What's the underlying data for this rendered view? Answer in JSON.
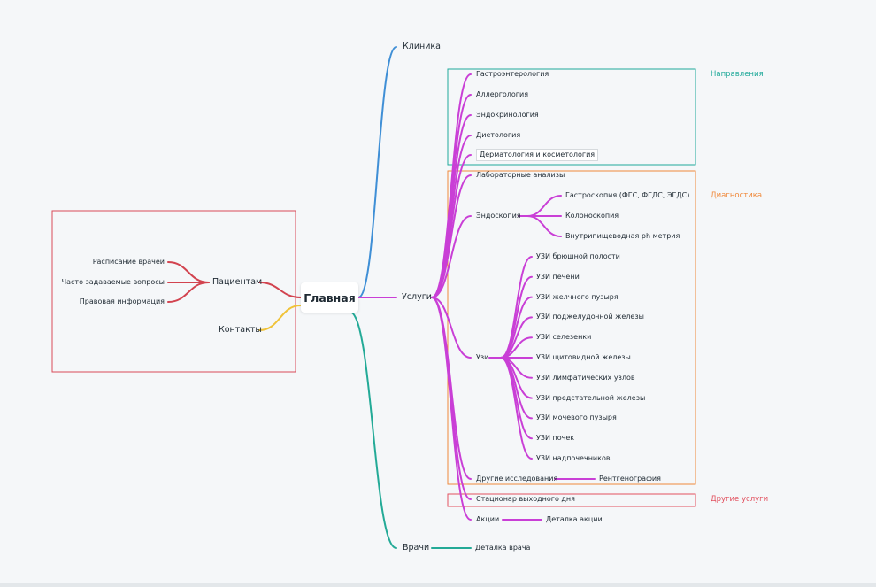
{
  "root": "Главная",
  "left": {
    "patients": "Пациентам",
    "patients_children": [
      "Расписание врачей",
      "Часто задаваемые вопросы",
      "Правовая информация"
    ],
    "contacts": "Контакты"
  },
  "right": {
    "clinic": "Клиника",
    "services": "Услуги",
    "doctors": "Врачи",
    "doctor_detail": "Деталка врача",
    "directions": [
      "Гастроэнтерология",
      "Аллергология",
      "Эндокринология",
      "Диетология",
      "Дерматология и косметология"
    ],
    "lab": "Лабораторные анализы",
    "endoscopy": "Эндоскопия",
    "endoscopy_children": [
      "Гастроскопия (ФГС, ФГДС, ЭГДС)",
      "Колоноскопия",
      "Внутрипищеводная ph метрия"
    ],
    "uzi": "Узи",
    "uzi_children": [
      "УЗИ брюшной полости",
      "УЗИ печени",
      "УЗИ желчного пузыря",
      "УЗИ поджелудочной железы",
      "УЗИ селезенки",
      "УЗИ щитовидной железы",
      "УЗИ лимфатических узлов",
      "УЗИ предстательной железы",
      "УЗИ мочевого пузыря",
      "УЗИ почек",
      "УЗИ надпочечников"
    ],
    "other_research": "Другие исследования",
    "xray": "Рентгенография",
    "day_hospital": "Стационар выходного дня",
    "promo": "Акции",
    "promo_detail": "Деталка акции"
  },
  "groups": {
    "directions": "Направления",
    "diagnostics": "Диагностика",
    "other_services": "Другие услуги"
  },
  "colors": {
    "clinic": "#3f8fd6",
    "services": "#c93fd6",
    "doctors": "#23aa97",
    "patients": "#d2434f",
    "contacts": "#f0c33a",
    "directions_box": "#20a99a",
    "diagnostics_box": "#f08a3c",
    "other_box": "#e2515f",
    "left_box": "#d94b59"
  }
}
